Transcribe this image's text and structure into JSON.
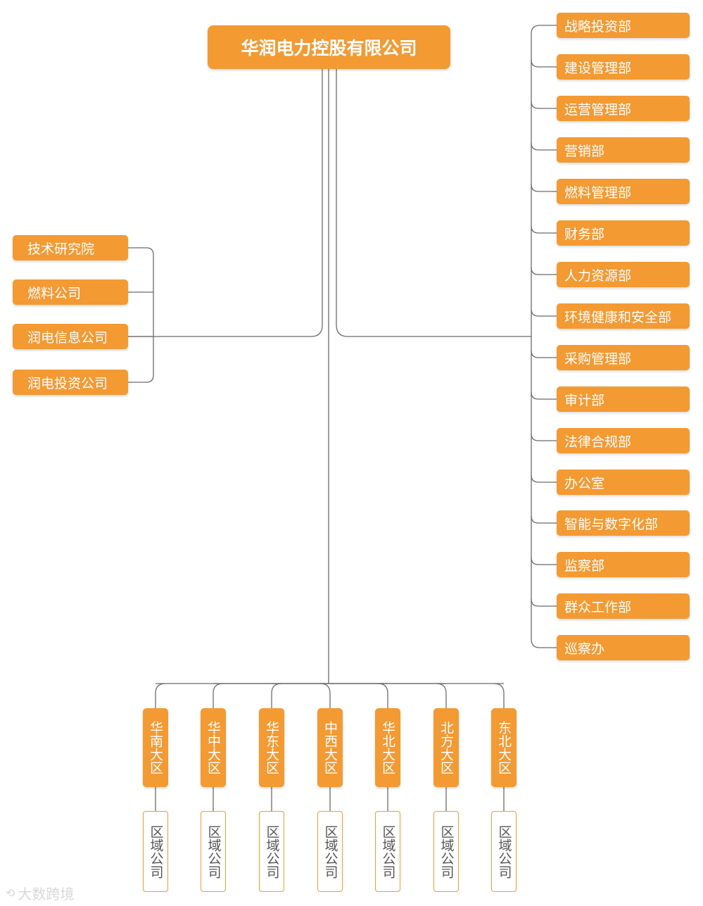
{
  "root": {
    "label": "华润电力控股有限公司"
  },
  "departments": [
    "战略投资部",
    "建设管理部",
    "运营管理部",
    "营销部",
    "燃料管理部",
    "财务部",
    "人力资源部",
    "环境健康和安全部",
    "采购管理部",
    "审计部",
    "法律合规部",
    "办公室",
    "智能与数字化部",
    "监察部",
    "群众工作部",
    "巡察办"
  ],
  "subsidiaries": [
    "技术研究院",
    "燃料公司",
    "润电信息公司",
    "润电投资公司"
  ],
  "regions": [
    "华南大区",
    "华中大区",
    "华东大区",
    "中西大区",
    "华北大区",
    "北方大区",
    "东北大区"
  ],
  "regional_company_label": "区域公司",
  "watermark": {
    "text": "大数跨境"
  },
  "colors": {
    "accent": "#F39A33",
    "line": "#6b6b6b"
  }
}
